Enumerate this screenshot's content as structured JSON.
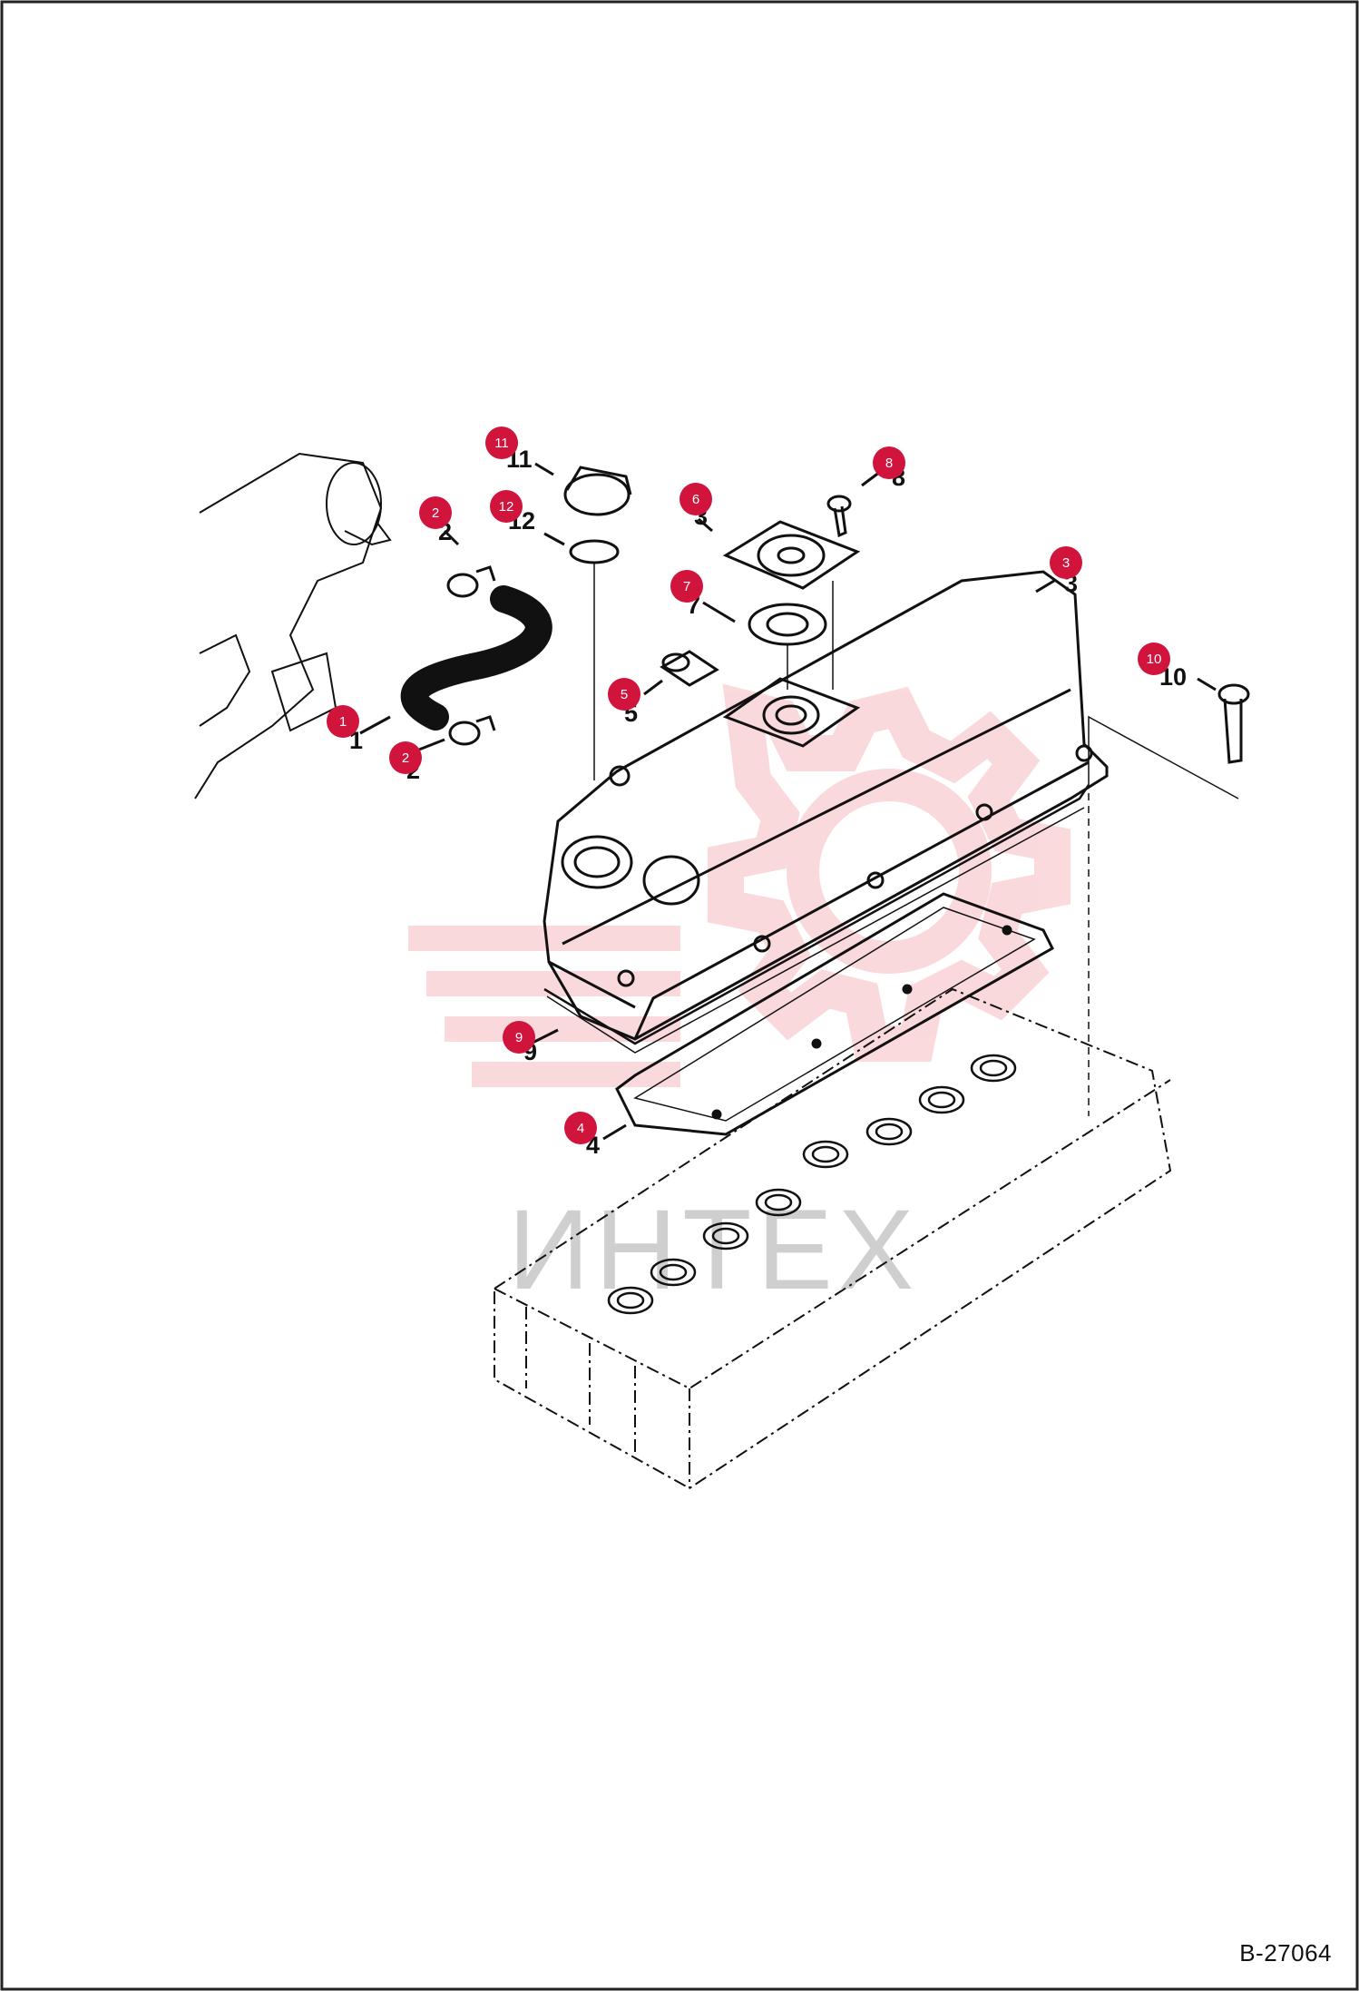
{
  "document": {
    "code": "B-27064"
  },
  "watermark": {
    "text": "ИНТЕХ",
    "color": "#f07a86"
  },
  "colors": {
    "callout": "#d0143c",
    "line": "#111111",
    "border": "#222222"
  },
  "callouts": [
    {
      "id": "1",
      "label": "1",
      "drawing_number": "1"
    },
    {
      "id": "2a",
      "label": "2",
      "drawing_number": "2"
    },
    {
      "id": "2b",
      "label": "2",
      "drawing_number": "2"
    },
    {
      "id": "3",
      "label": "3",
      "drawing_number": "3"
    },
    {
      "id": "4",
      "label": "4",
      "drawing_number": "4"
    },
    {
      "id": "5",
      "label": "5",
      "drawing_number": "5"
    },
    {
      "id": "6",
      "label": "6",
      "drawing_number": "3"
    },
    {
      "id": "7",
      "label": "7",
      "drawing_number": "7"
    },
    {
      "id": "8",
      "label": "8",
      "drawing_number": "8"
    },
    {
      "id": "9",
      "label": "9",
      "drawing_number": "9"
    },
    {
      "id": "10",
      "label": "10",
      "drawing_number": "10"
    },
    {
      "id": "11",
      "label": "11",
      "drawing_number": "11"
    },
    {
      "id": "12",
      "label": "12",
      "drawing_number": "12"
    }
  ]
}
